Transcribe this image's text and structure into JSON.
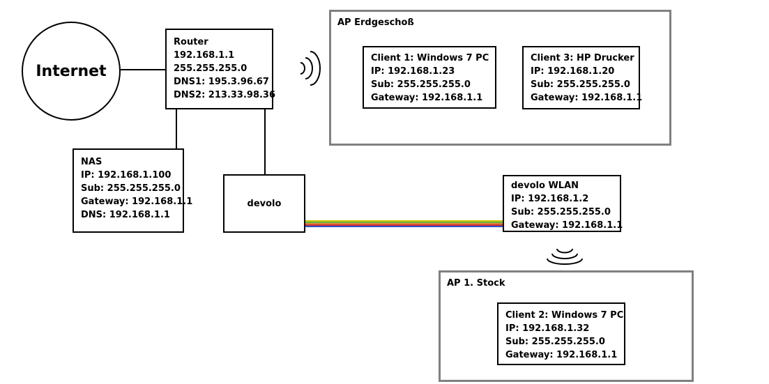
{
  "internet": {
    "label": "Internet"
  },
  "router": {
    "lines": [
      "Router",
      "192.168.1.1",
      "255.255.255.0",
      "DNS1: 195.3.96.67",
      "DNS2: 213.33.98.36"
    ]
  },
  "nas": {
    "lines": [
      "NAS",
      "IP: 192.168.1.100",
      "Sub: 255.255.255.0",
      "Gateway: 192.168.1.1",
      "DNS: 192.168.1.1"
    ]
  },
  "devolo": {
    "label": "devolo"
  },
  "devolo_wlan": {
    "lines": [
      "devolo WLAN",
      "IP: 192.168.1.2",
      "Sub: 255.255.255.0",
      "Gateway: 192.168.1.1"
    ]
  },
  "ap_ground": {
    "title": "AP Erdgeschoß",
    "client1": {
      "lines": [
        "Client 1: Windows 7 PC",
        "IP: 192.168.1.23",
        "Sub: 255.255.255.0",
        "Gateway: 192.168.1.1"
      ]
    },
    "client3": {
      "lines": [
        "Client 3: HP Drucker",
        "IP: 192.168.1.20",
        "Sub: 255.255.255.0",
        "Gateway: 192.168.1.1"
      ]
    }
  },
  "ap_first": {
    "title": "AP 1. Stock",
    "client2": {
      "lines": [
        "Client 2: Windows 7 PC",
        "IP: 192.168.1.32",
        "Sub: 255.255.255.0",
        "Gateway: 192.168.1.1"
      ]
    }
  },
  "powerline_colors": [
    "#c8c800",
    "#6ab04c",
    "#e08030",
    "#c83030",
    "#3050c8"
  ]
}
